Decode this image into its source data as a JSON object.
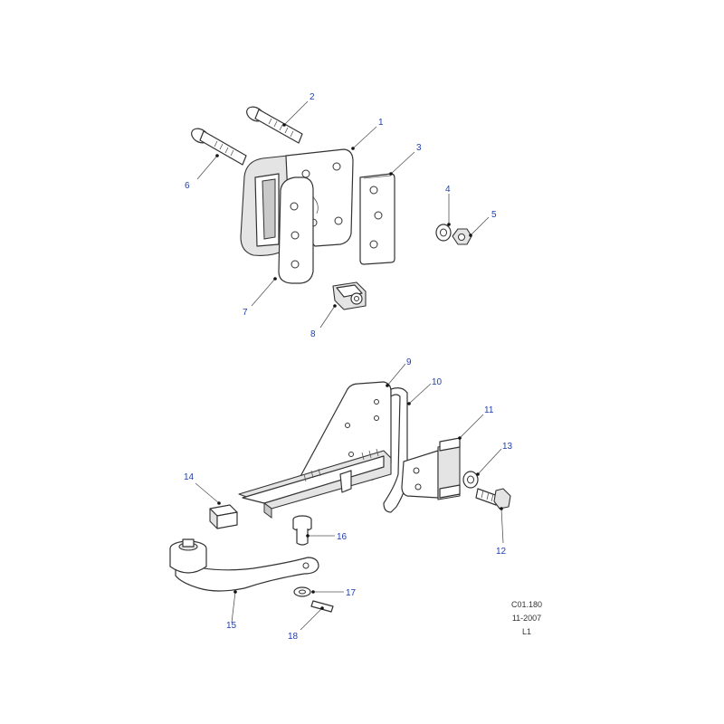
{
  "callouts": [
    "1",
    "2",
    "3",
    "4",
    "5",
    "6",
    "7",
    "8",
    "9",
    "10",
    "11",
    "12",
    "13",
    "14",
    "15",
    "16",
    "17",
    "18"
  ],
  "reference": {
    "code": "C01.180",
    "date": "11-2007",
    "level": "L1"
  },
  "colors": {
    "callout_text": "#1f3fae",
    "line": "#333333",
    "background": "#ffffff"
  }
}
